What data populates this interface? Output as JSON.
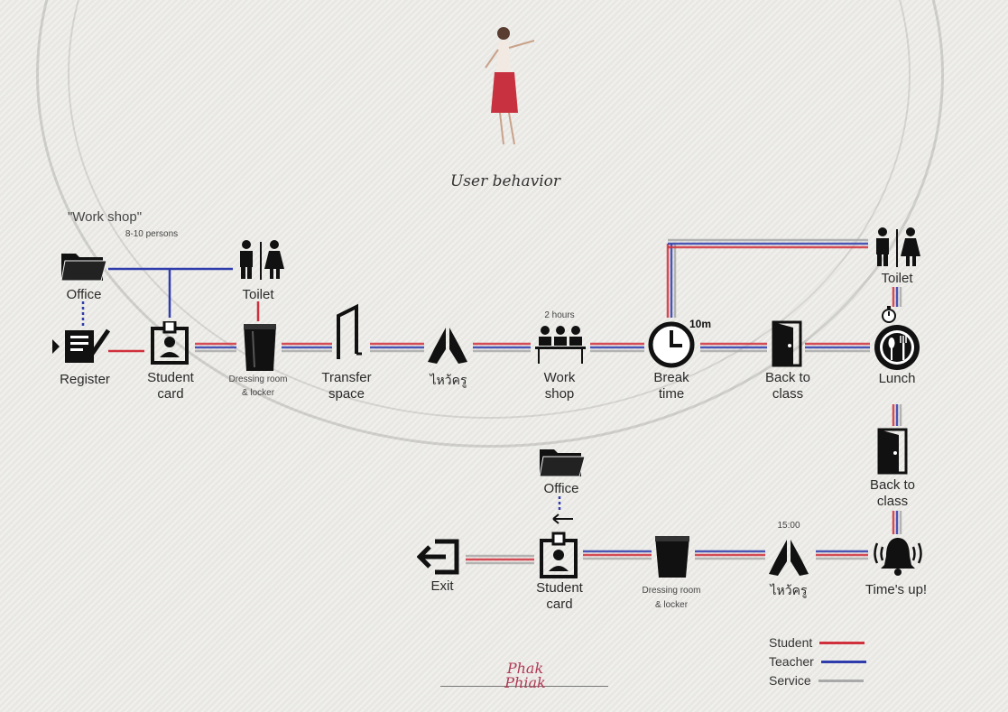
{
  "caption": "User behavior",
  "logo": "Phak Phiak",
  "workshop": {
    "title": "\"Work shop\"",
    "note": "8-10 persons"
  },
  "labels": {
    "office1": "Office",
    "toilet1": "Toilet",
    "register": "Register",
    "student_card1": [
      "Student",
      "card"
    ],
    "dressing1": [
      "Dressing room",
      "& locker"
    ],
    "transfer": [
      "Transfer",
      "space"
    ],
    "waikru1": "ไหว้ครู",
    "workshop": [
      "Work",
      "shop"
    ],
    "two_hours": "2 hours",
    "break": [
      "Break",
      "time"
    ],
    "ten_min": "10m",
    "back1": [
      "Back to",
      "class"
    ],
    "toilet2": "Toilet",
    "lunch": "Lunch",
    "back2": [
      "Back to",
      "class"
    ],
    "times_up": "Time's up!",
    "time1500": "15:00",
    "waikru2": "ไหว้ครู",
    "dressing2": [
      "Dressing room",
      "& locker"
    ],
    "student_card2": [
      "Student",
      "card"
    ],
    "office2": "Office",
    "exit": "Exit"
  },
  "legend": [
    {
      "name": "Student",
      "color": "#d0303c"
    },
    {
      "name": "Teacher",
      "color": "#2f3cab"
    },
    {
      "name": "Service",
      "color": "#a9a9a9"
    }
  ]
}
